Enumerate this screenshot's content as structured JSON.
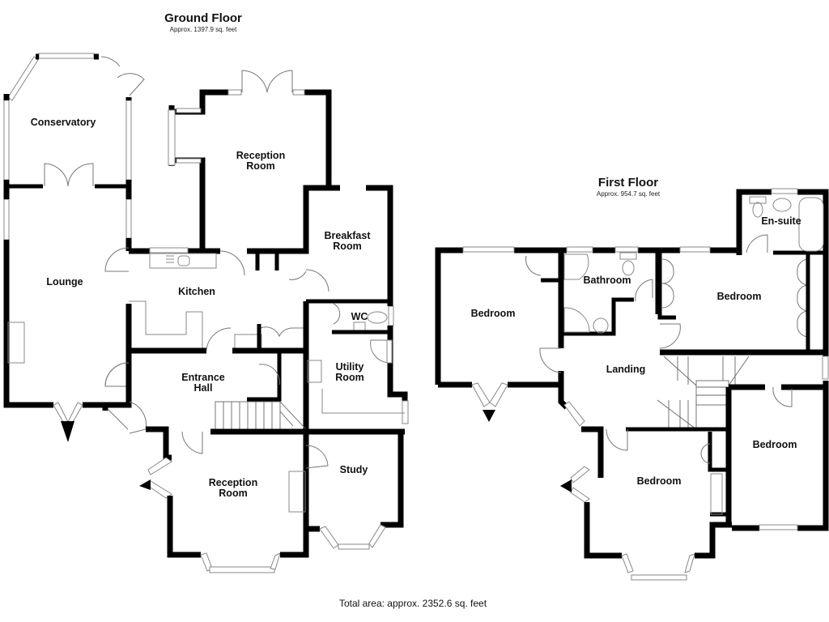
{
  "ground_floor": {
    "title": "Ground Floor",
    "area": "Approx. 1397.9 sq. feet",
    "rooms": {
      "conservatory": "Conservatory",
      "reception_rear_1": "Reception",
      "reception_rear_2": "Room",
      "lounge": "Lounge",
      "kitchen": "Kitchen",
      "breakfast_1": "Breakfast",
      "breakfast_2": "Room",
      "wc": "WC",
      "utility_1": "Utility",
      "utility_2": "Room",
      "entrance_1": "Entrance",
      "entrance_2": "Hall",
      "reception_front_1": "Reception",
      "reception_front_2": "Room",
      "study": "Study"
    }
  },
  "first_floor": {
    "title": "First Floor",
    "area": "Approx. 954.7 sq. feet",
    "rooms": {
      "bedroom_left": "Bedroom",
      "bathroom": "Bathroom",
      "ensuite": "En-suite",
      "bedroom_master": "Bedroom",
      "landing": "Landing",
      "bedroom_front": "Bedroom",
      "bedroom_right": "Bedroom"
    }
  },
  "footer": {
    "total": "Total area: approx. 2352.6 sq. feet"
  },
  "colors": {
    "wall": "#000000",
    "background": "#ffffff",
    "fixture": "#888888"
  }
}
